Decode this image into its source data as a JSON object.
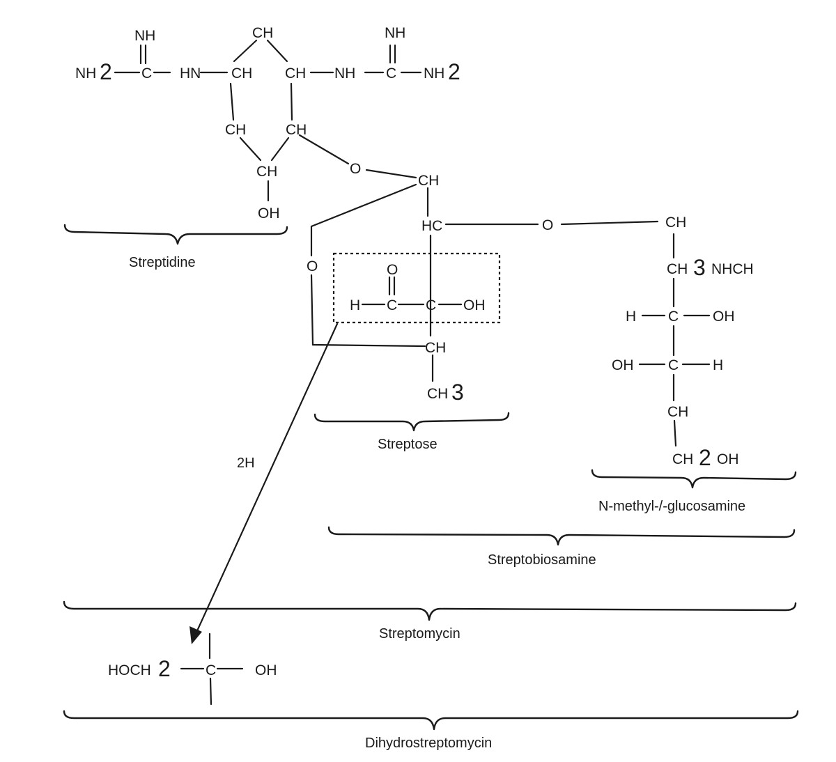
{
  "atoms": {
    "nh_top_left": "NH",
    "nh2_left_a": "NH",
    "nh2_left_b": "2",
    "c_left": "C",
    "hn_left": "HN",
    "ch_ring_top": "CH",
    "ch_ring_ul": "CH",
    "ch_ring_ur": "CH",
    "nh_right_link": "NH",
    "c_right": "C",
    "nh2_right_a": "NH",
    "nh2_right_b": "2",
    "nh_top_right": "NH",
    "ch_ring_ll": "CH",
    "ch_ring_lr": "CH",
    "ch_ring_bottom": "CH",
    "oh_ring": "OH",
    "o_bridge1": "O",
    "ch_streptose1": "CH",
    "hc_streptose": "HC",
    "o_bridge2": "O",
    "o_ring_streptose": "O",
    "o_carbonyl": "O",
    "h_aldehyde": "H",
    "c_aldehyde": "C",
    "c_quaternary": "C",
    "oh_quaternary": "OH",
    "ch_streptose2": "CH",
    "ch3_a": "CH",
    "ch3_b": "3",
    "ch_gluc1": "CH",
    "ch3nhch_a": "CH",
    "ch3nhch_b": "3",
    "ch3nhch_c": "NHCH",
    "h_gluc3": "H",
    "c_gluc3": "C",
    "oh_gluc3": "OH",
    "oh_gluc4": "OH",
    "c_gluc4": "C",
    "h_gluc4": "H",
    "ch_gluc5": "CH",
    "ch2oh_a": "CH",
    "ch2oh_b": "2",
    "ch2oh_c": "OH",
    "two_h": "2H",
    "hoch2_a": "HOCH",
    "hoch2_b": "2",
    "c_dihydro": "C",
    "oh_dihydro": "OH"
  },
  "labels": {
    "streptidine": "Streptidine",
    "streptose": "Streptose",
    "glucosamine": "N-methyl-/-glucosamine",
    "streptobiosamine": "Streptobiosamine",
    "streptomycin": "Streptomycin",
    "dihydrostreptomycin": "Dihydrostreptomycin"
  }
}
